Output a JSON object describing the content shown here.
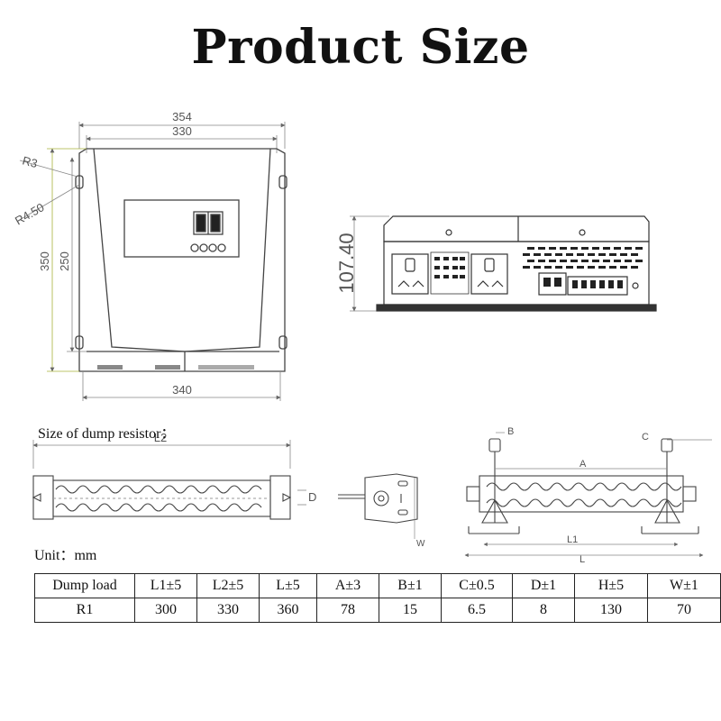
{
  "title": "Product Size",
  "front_view": {
    "dims": {
      "outer_width": "354",
      "inner_width": "330",
      "base_width": "340",
      "height_outer": "350",
      "height_inner": "250",
      "radius_top": "R3",
      "radius_corner": "R4.50"
    }
  },
  "side_view": {
    "dims": {
      "height": "107.40"
    }
  },
  "dump_resistor": {
    "caption": "Size of dump resistor：",
    "unit": "Unit：mm",
    "labels": {
      "l2": "L2",
      "d": "D",
      "w": "W",
      "b": "B",
      "c": "C",
      "a": "A",
      "l1": "L1",
      "l": "L"
    }
  },
  "table": {
    "headers": [
      "Dump load",
      "L1±5",
      "L2±5",
      "L±5",
      "A±3",
      "B±1",
      "C±0.5",
      "D±1",
      "H±5",
      "W±1"
    ],
    "rows": [
      [
        "R1",
        "300",
        "330",
        "360",
        "78",
        "15",
        "6.5",
        "8",
        "130",
        "70"
      ]
    ]
  },
  "colors": {
    "line": "#444444",
    "dim_line": "#888888",
    "height_accent": "#a8b23a"
  }
}
